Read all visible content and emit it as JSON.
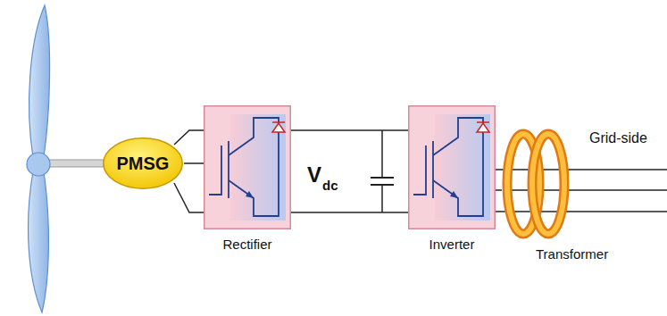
{
  "diagram": {
    "nodes": [
      {
        "text": [
          "PMSG"
        ]
      },
      {
        "text": [
          "Rectifier"
        ]
      },
      {
        "text": [
          "Inverter"
        ]
      },
      {
        "text": [
          "Transformer"
        ]
      }
    ],
    "edges": [
      {
        "from": 0,
        "to": 1,
        "arrow": "none"
      },
      {
        "from": 1,
        "to": 2,
        "arrow": "none"
      },
      {
        "from": 2,
        "to": 3,
        "arrow": "none"
      }
    ],
    "labels": [
      "V",
      "dc",
      "Grid-side"
    ]
  }
}
